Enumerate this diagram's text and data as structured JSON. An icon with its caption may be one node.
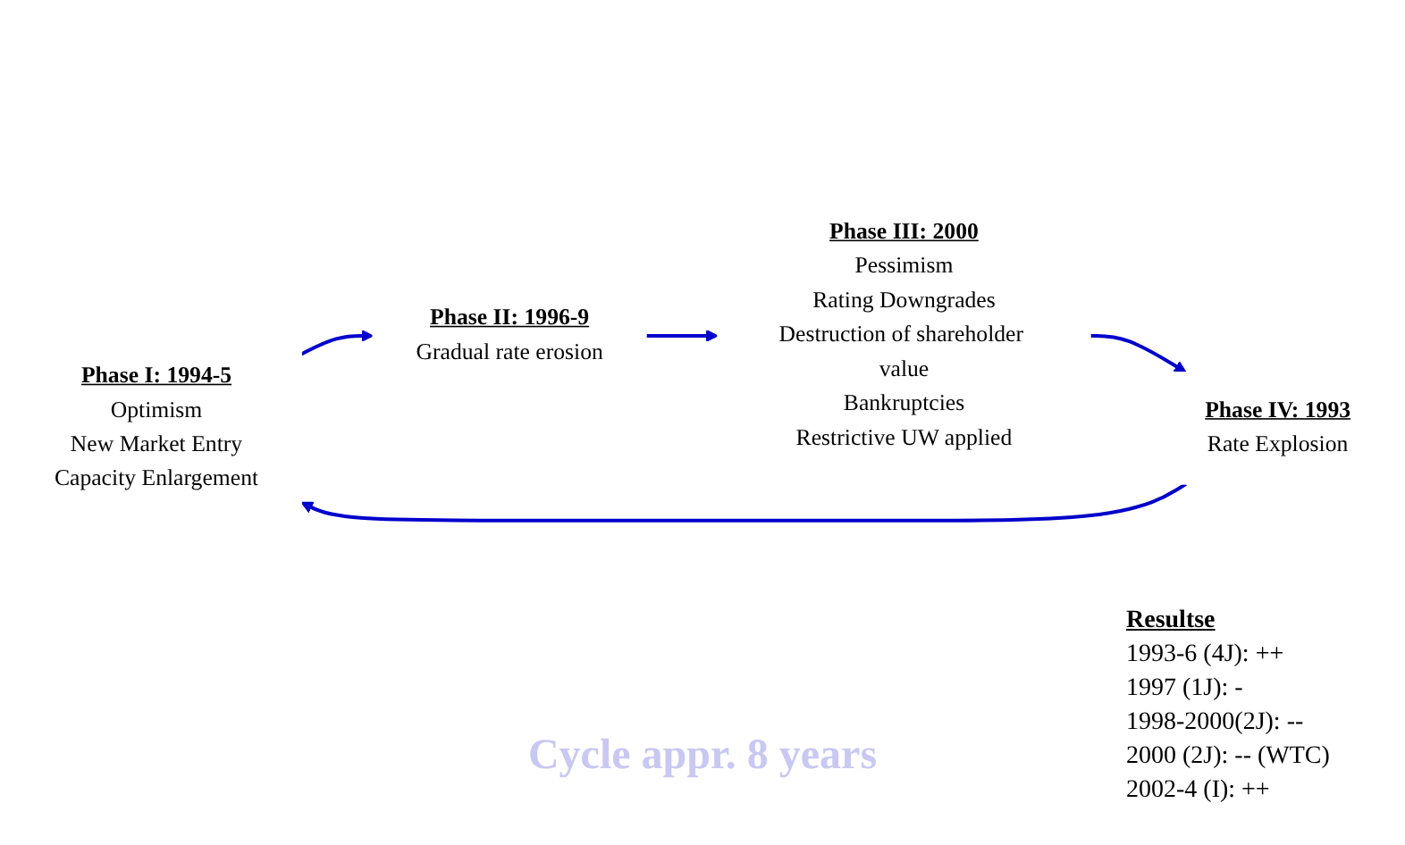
{
  "diagram": {
    "nodes": [
      {
        "text": [
          "Phase I: 1994-5",
          "Optimism",
          "New Market Entry",
          "Capacity Enlargement"
        ]
      },
      {
        "text": [
          "Phase II: 1996-9",
          "Gradual rate erosion"
        ]
      },
      {
        "text": [
          "Phase III: 2000",
          "Pessimism",
          "Rating Downgrades",
          "Destruction of shareholder value",
          "Bankruptcies",
          "Restrictive UW applied"
        ]
      },
      {
        "text": [
          "Phase IV: 1993",
          "Rate Explosion"
        ]
      }
    ],
    "edges": [
      {
        "from": 0,
        "to": 1,
        "arrow": "to"
      },
      {
        "from": 1,
        "to": 2,
        "arrow": "to"
      },
      {
        "from": 2,
        "to": 3,
        "arrow": "to"
      },
      {
        "from": 3,
        "to": 0,
        "arrow": "to"
      }
    ],
    "labels": [
      "Cycle appr. 8 years",
      "Resultse",
      "1993-6 (4J): ++",
      "1997 (1J): -",
      "1998-2000(2J): --",
      "2000 (2J): -- (WTC)",
      "2002-4 (I): ++"
    ]
  }
}
